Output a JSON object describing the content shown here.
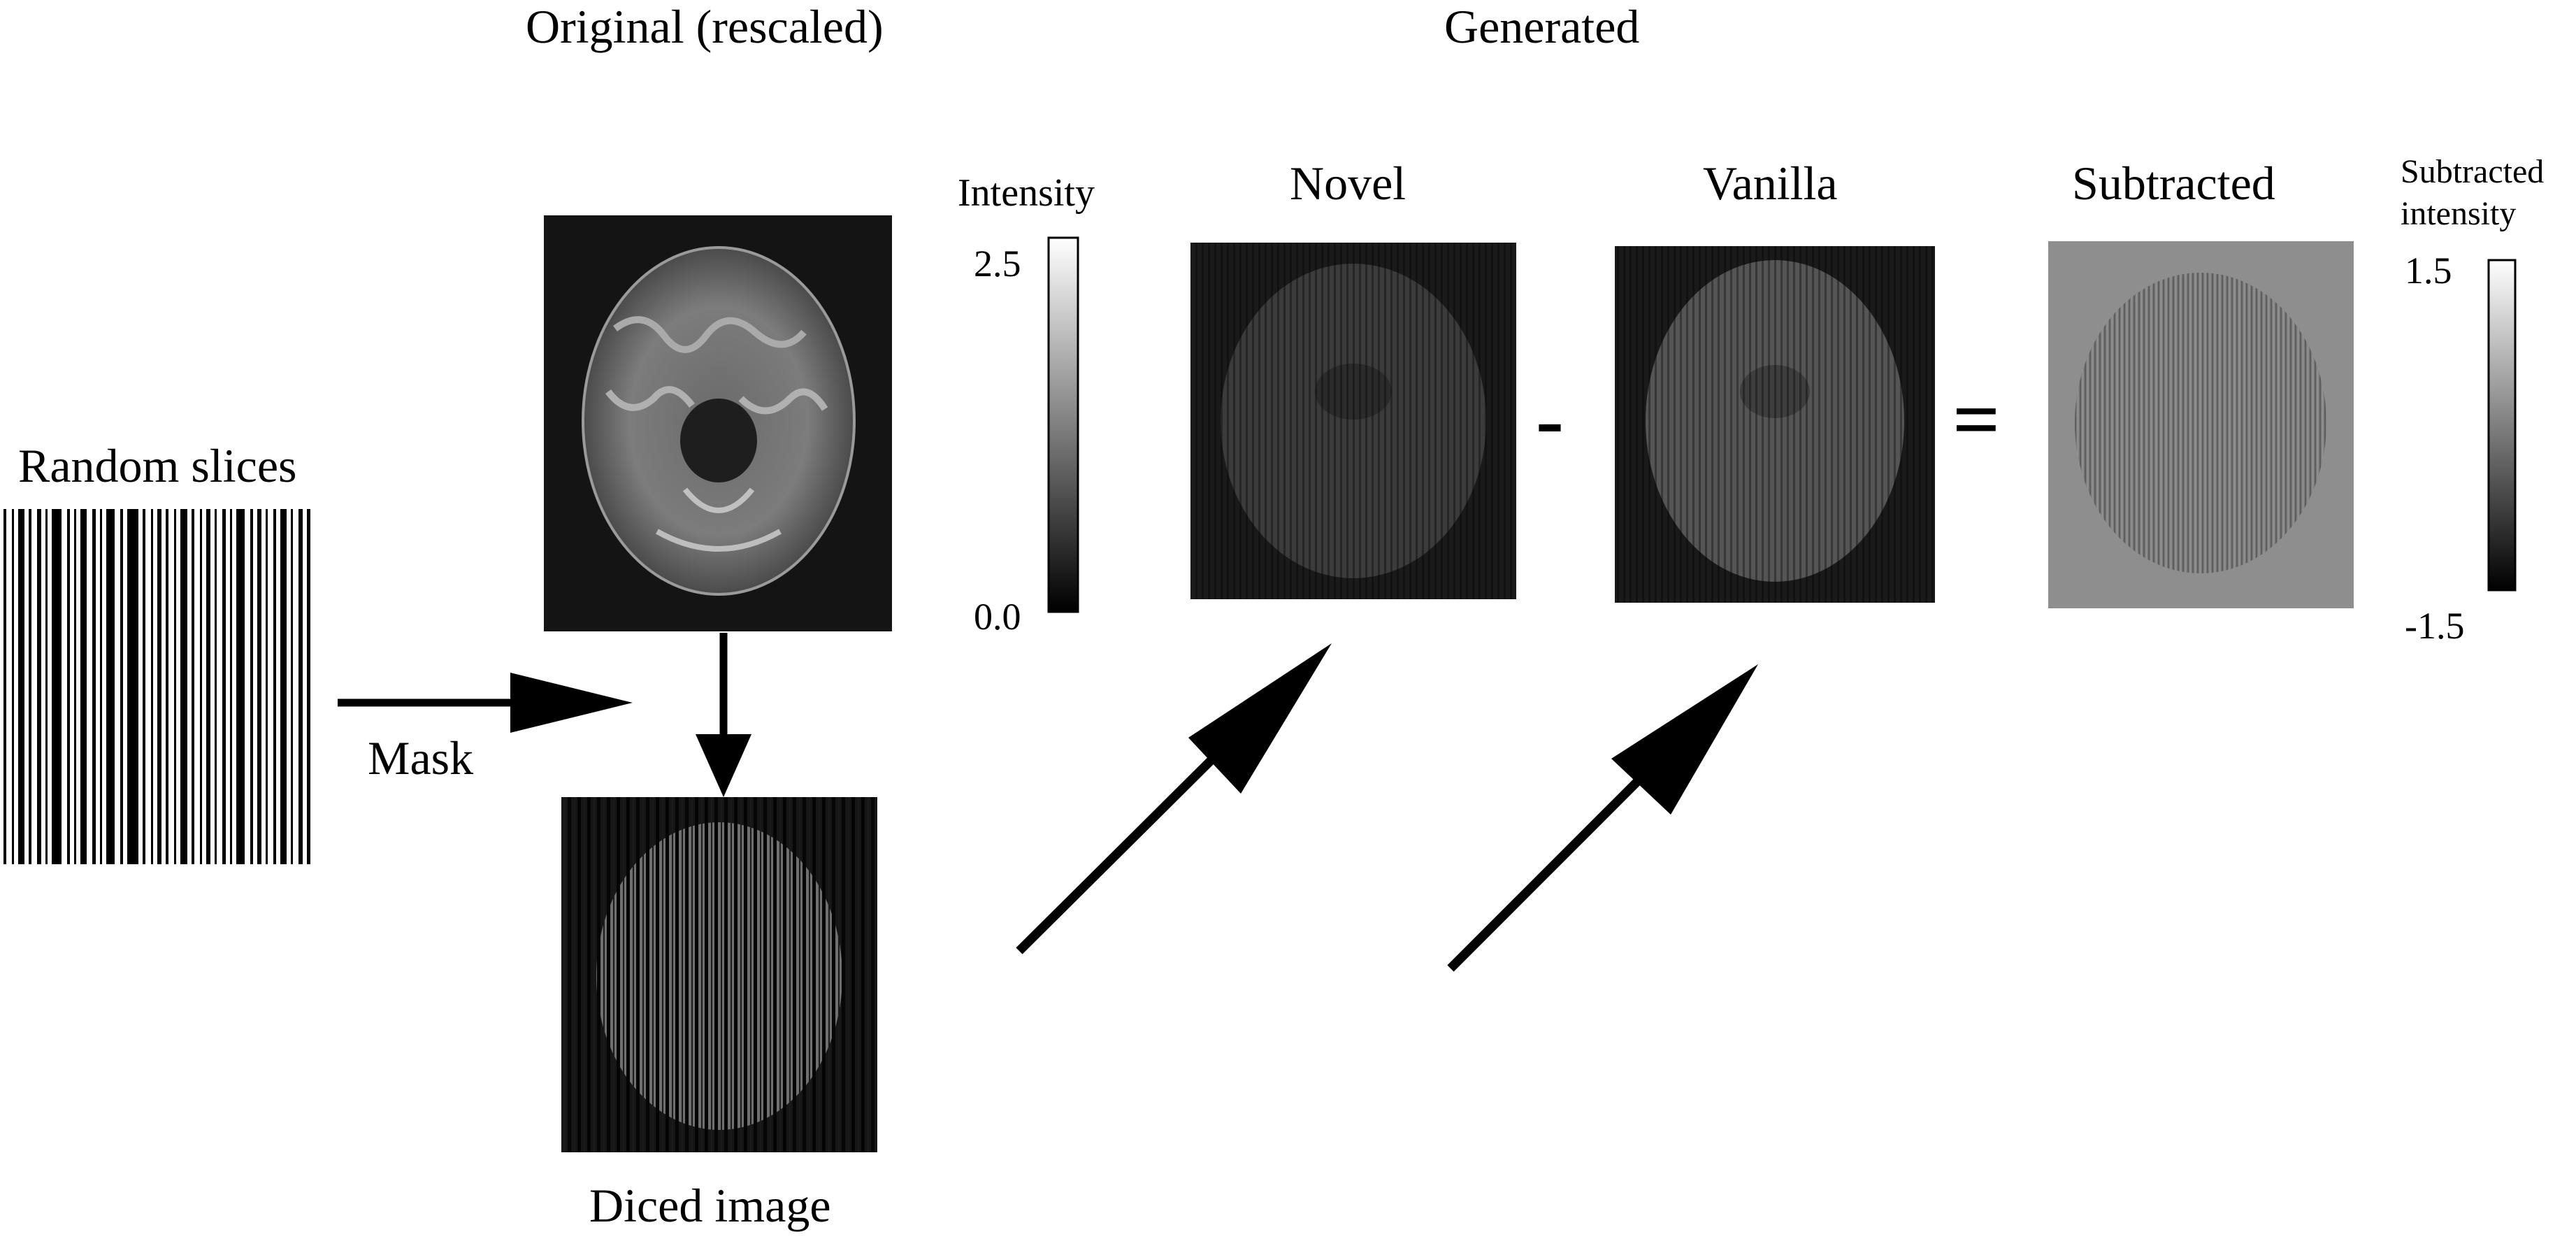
{
  "headers": {
    "original": "Original (rescaled)",
    "generated": "Generated"
  },
  "labels": {
    "random_slices": "Random slices",
    "mask": "Mask",
    "diced_image": "Diced image",
    "novel": "Novel",
    "vanilla": "Vanilla",
    "subtracted": "Subtracted",
    "minus_sign": "-",
    "equals_sign": "="
  },
  "colorbars": {
    "intensity": {
      "title": "Intensity",
      "max_label": "2.5",
      "min_label": "0.0"
    },
    "subtracted": {
      "title_line1": "Subtracted",
      "title_line2": "intensity",
      "max_label": "1.5",
      "min_label": "-1.5"
    }
  },
  "colors": {
    "background": "#ffffff",
    "ink": "#000000",
    "panel_dark": "#141414",
    "subtracted_bg": "#8e8e8e"
  }
}
